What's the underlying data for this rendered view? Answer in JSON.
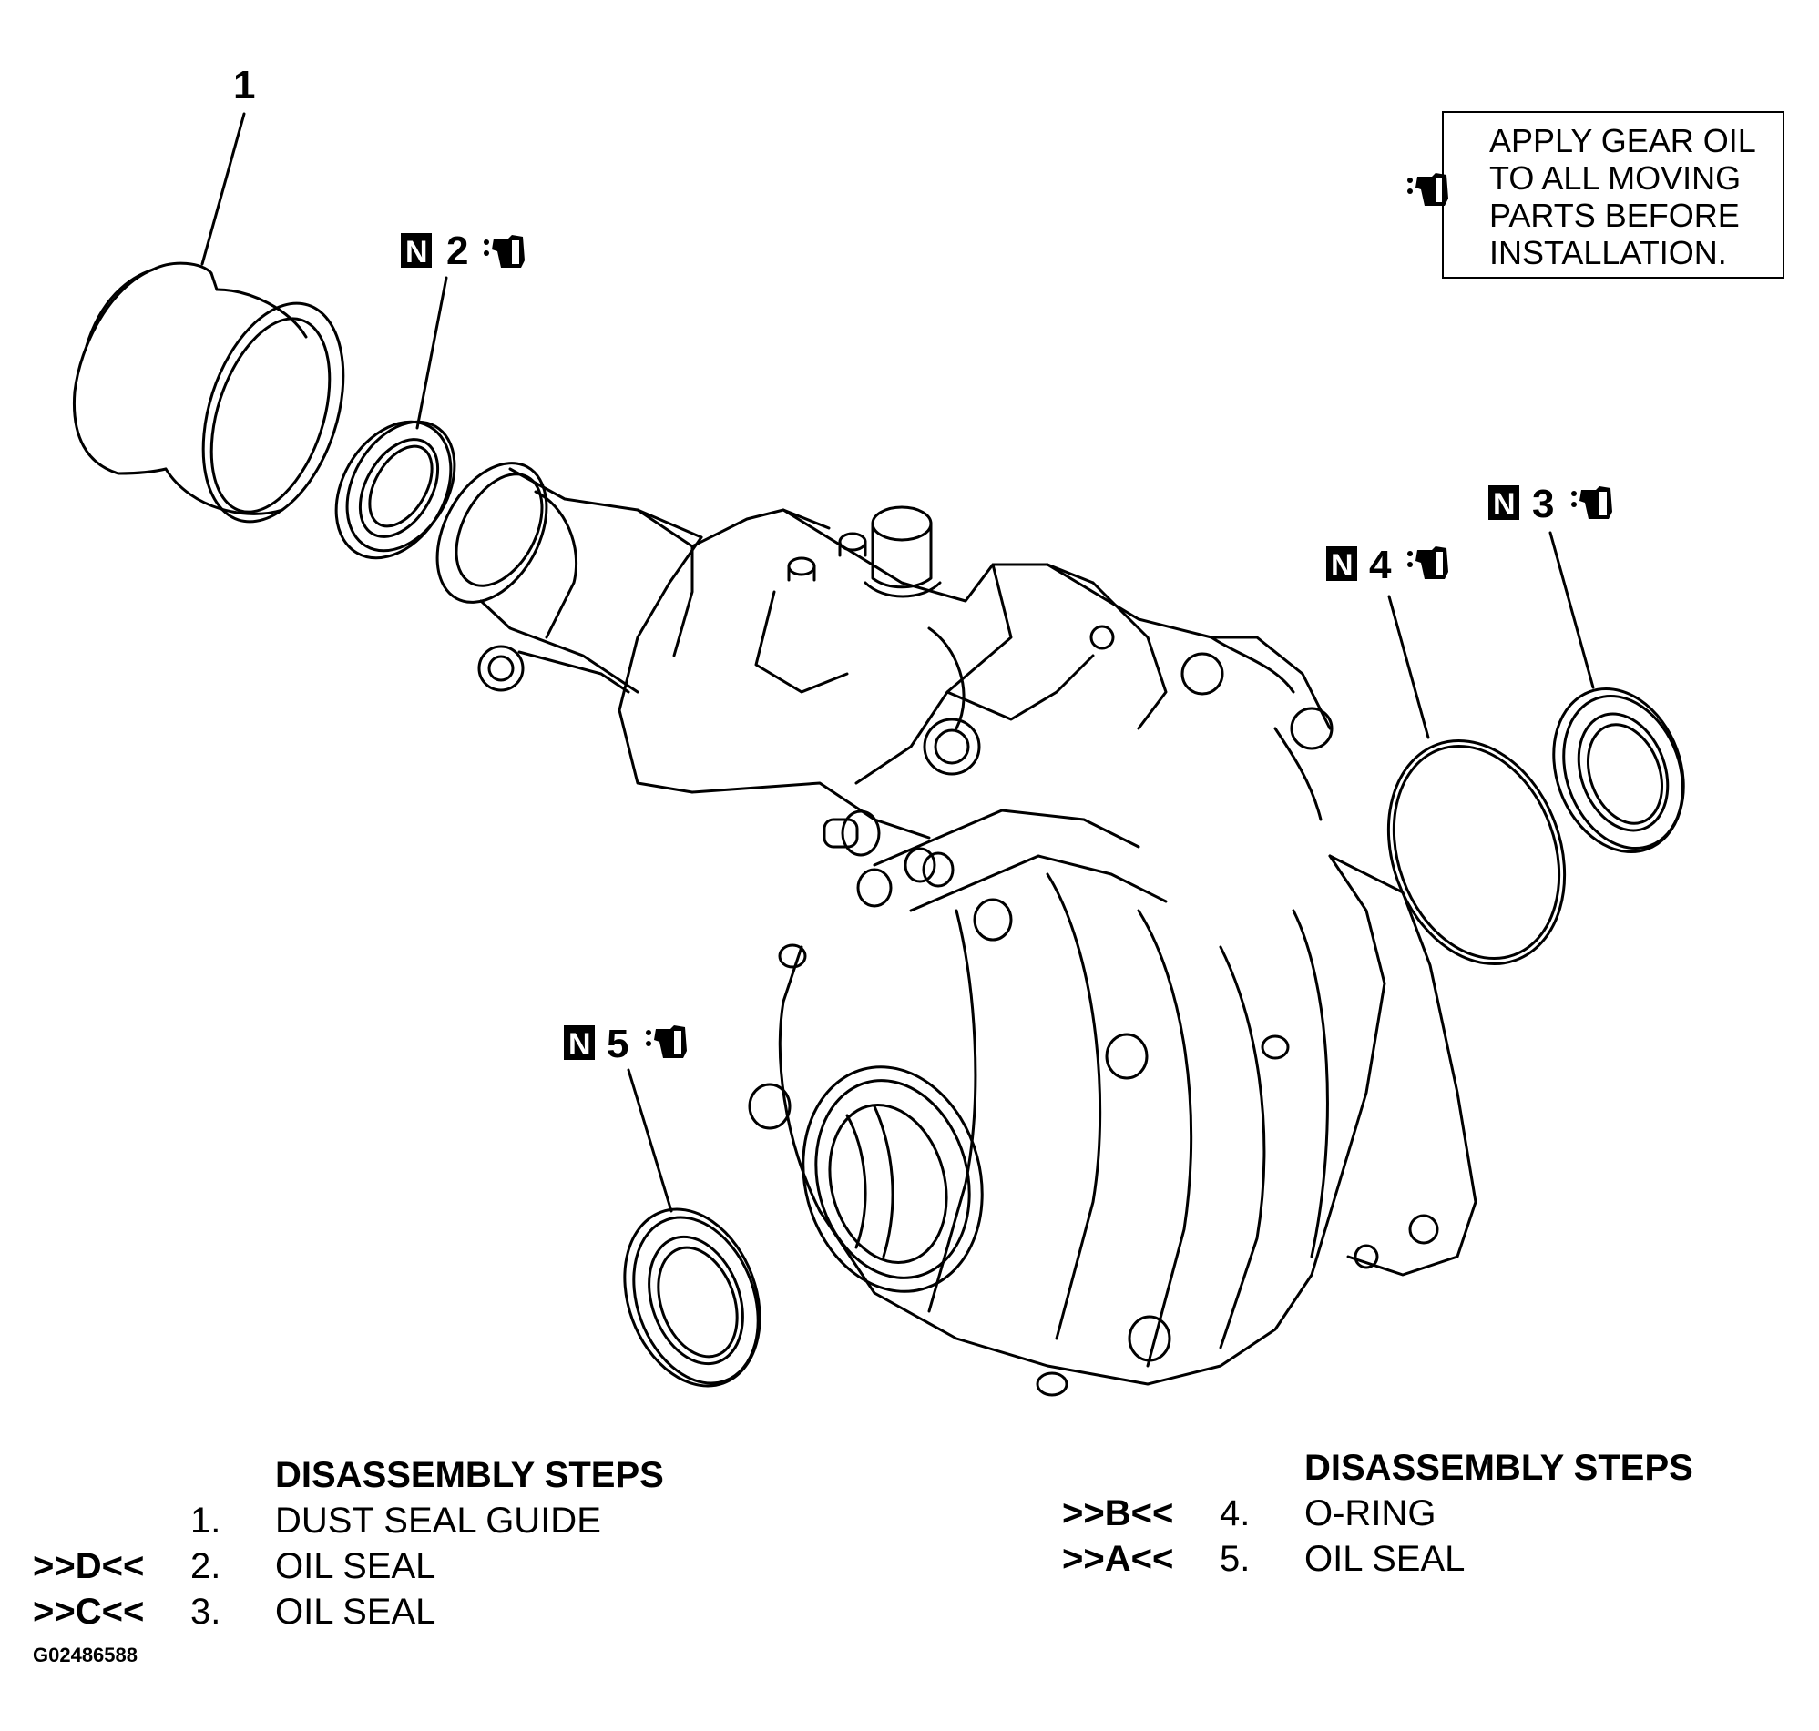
{
  "callouts": {
    "c1": "1",
    "c2": "2",
    "c3": "3",
    "c4": "4",
    "c5": "5",
    "new_part_badge": "N"
  },
  "icons": {
    "oil_can": "oil-can-icon",
    "new_part": "new-part-badge"
  },
  "note": {
    "lines": [
      "APPLY GEAR OIL",
      "TO ALL MOVING",
      "PARTS BEFORE",
      "INSTALLATION."
    ]
  },
  "steps_left": {
    "heading": "DISASSEMBLY STEPS",
    "rows": [
      {
        "ref": "",
        "num": "1.",
        "text": "DUST SEAL GUIDE"
      },
      {
        "ref": ">>D<<",
        "num": "2.",
        "text": "OIL SEAL"
      },
      {
        "ref": ">>C<<",
        "num": "3.",
        "text": "OIL SEAL"
      }
    ]
  },
  "steps_right": {
    "heading": "DISASSEMBLY STEPS",
    "rows": [
      {
        "ref": ">>B<<",
        "num": "4.",
        "text": "O-RING"
      },
      {
        "ref": ">>A<<",
        "num": "5.",
        "text": "OIL SEAL"
      }
    ]
  },
  "figure_id": "G02486588"
}
